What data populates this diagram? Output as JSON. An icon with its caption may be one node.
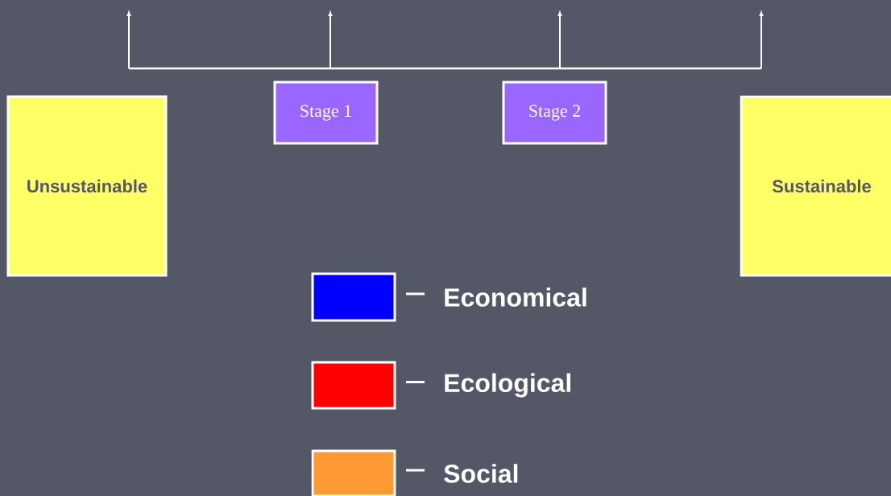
{
  "diagram": {
    "nodes": [
      {
        "text": [
          "Unsustainable"
        ]
      },
      {
        "text": [
          "Stage 1"
        ]
      },
      {
        "text": [
          "Stage 2"
        ]
      },
      {
        "text": [
          "Sustainable"
        ]
      }
    ],
    "legend": [
      {
        "text": "Economical",
        "color": "#0000ff"
      },
      {
        "text": "Ecological",
        "color": "#ff0000"
      },
      {
        "text": "Social",
        "color": "#ff9933"
      }
    ]
  }
}
